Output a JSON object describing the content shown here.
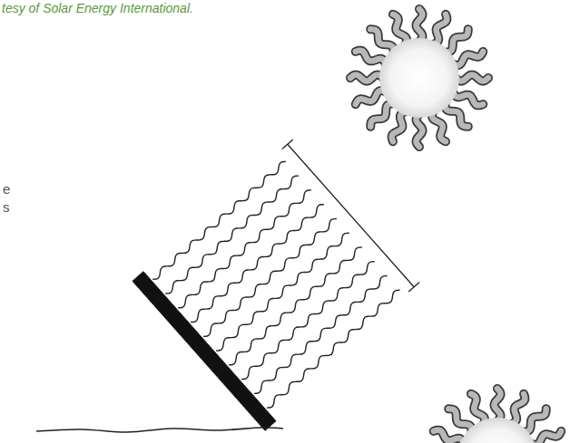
{
  "diagram": {
    "labels": [
      "tesy of Solar Energy International.",
      "e",
      "s"
    ]
  }
}
